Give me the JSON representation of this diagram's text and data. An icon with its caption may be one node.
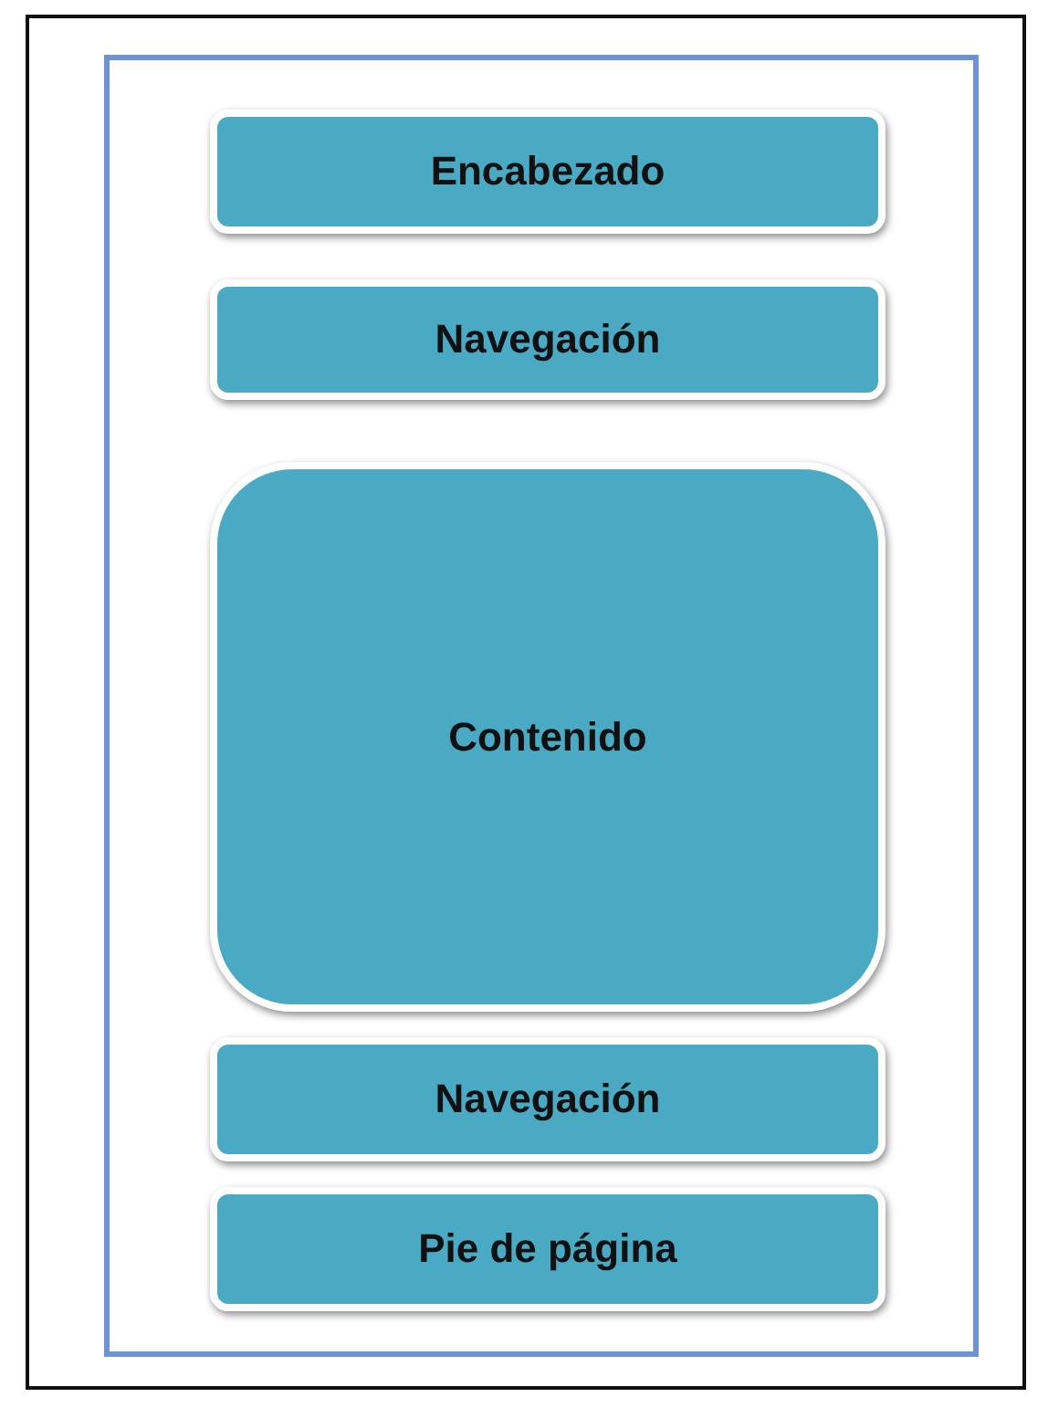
{
  "diagram": {
    "nodes": [
      {
        "text": [],
        "shape": "box"
      },
      {
        "text": [
          "Encabezado"
        ],
        "in": 0
      },
      {
        "text": [
          "Navegación"
        ],
        "in": 0
      },
      {
        "text": [
          "Contenido"
        ],
        "in": 0
      },
      {
        "text": [
          "Navegación"
        ],
        "in": 0
      },
      {
        "text": [
          "Pie de página"
        ],
        "in": 0
      }
    ]
  }
}
